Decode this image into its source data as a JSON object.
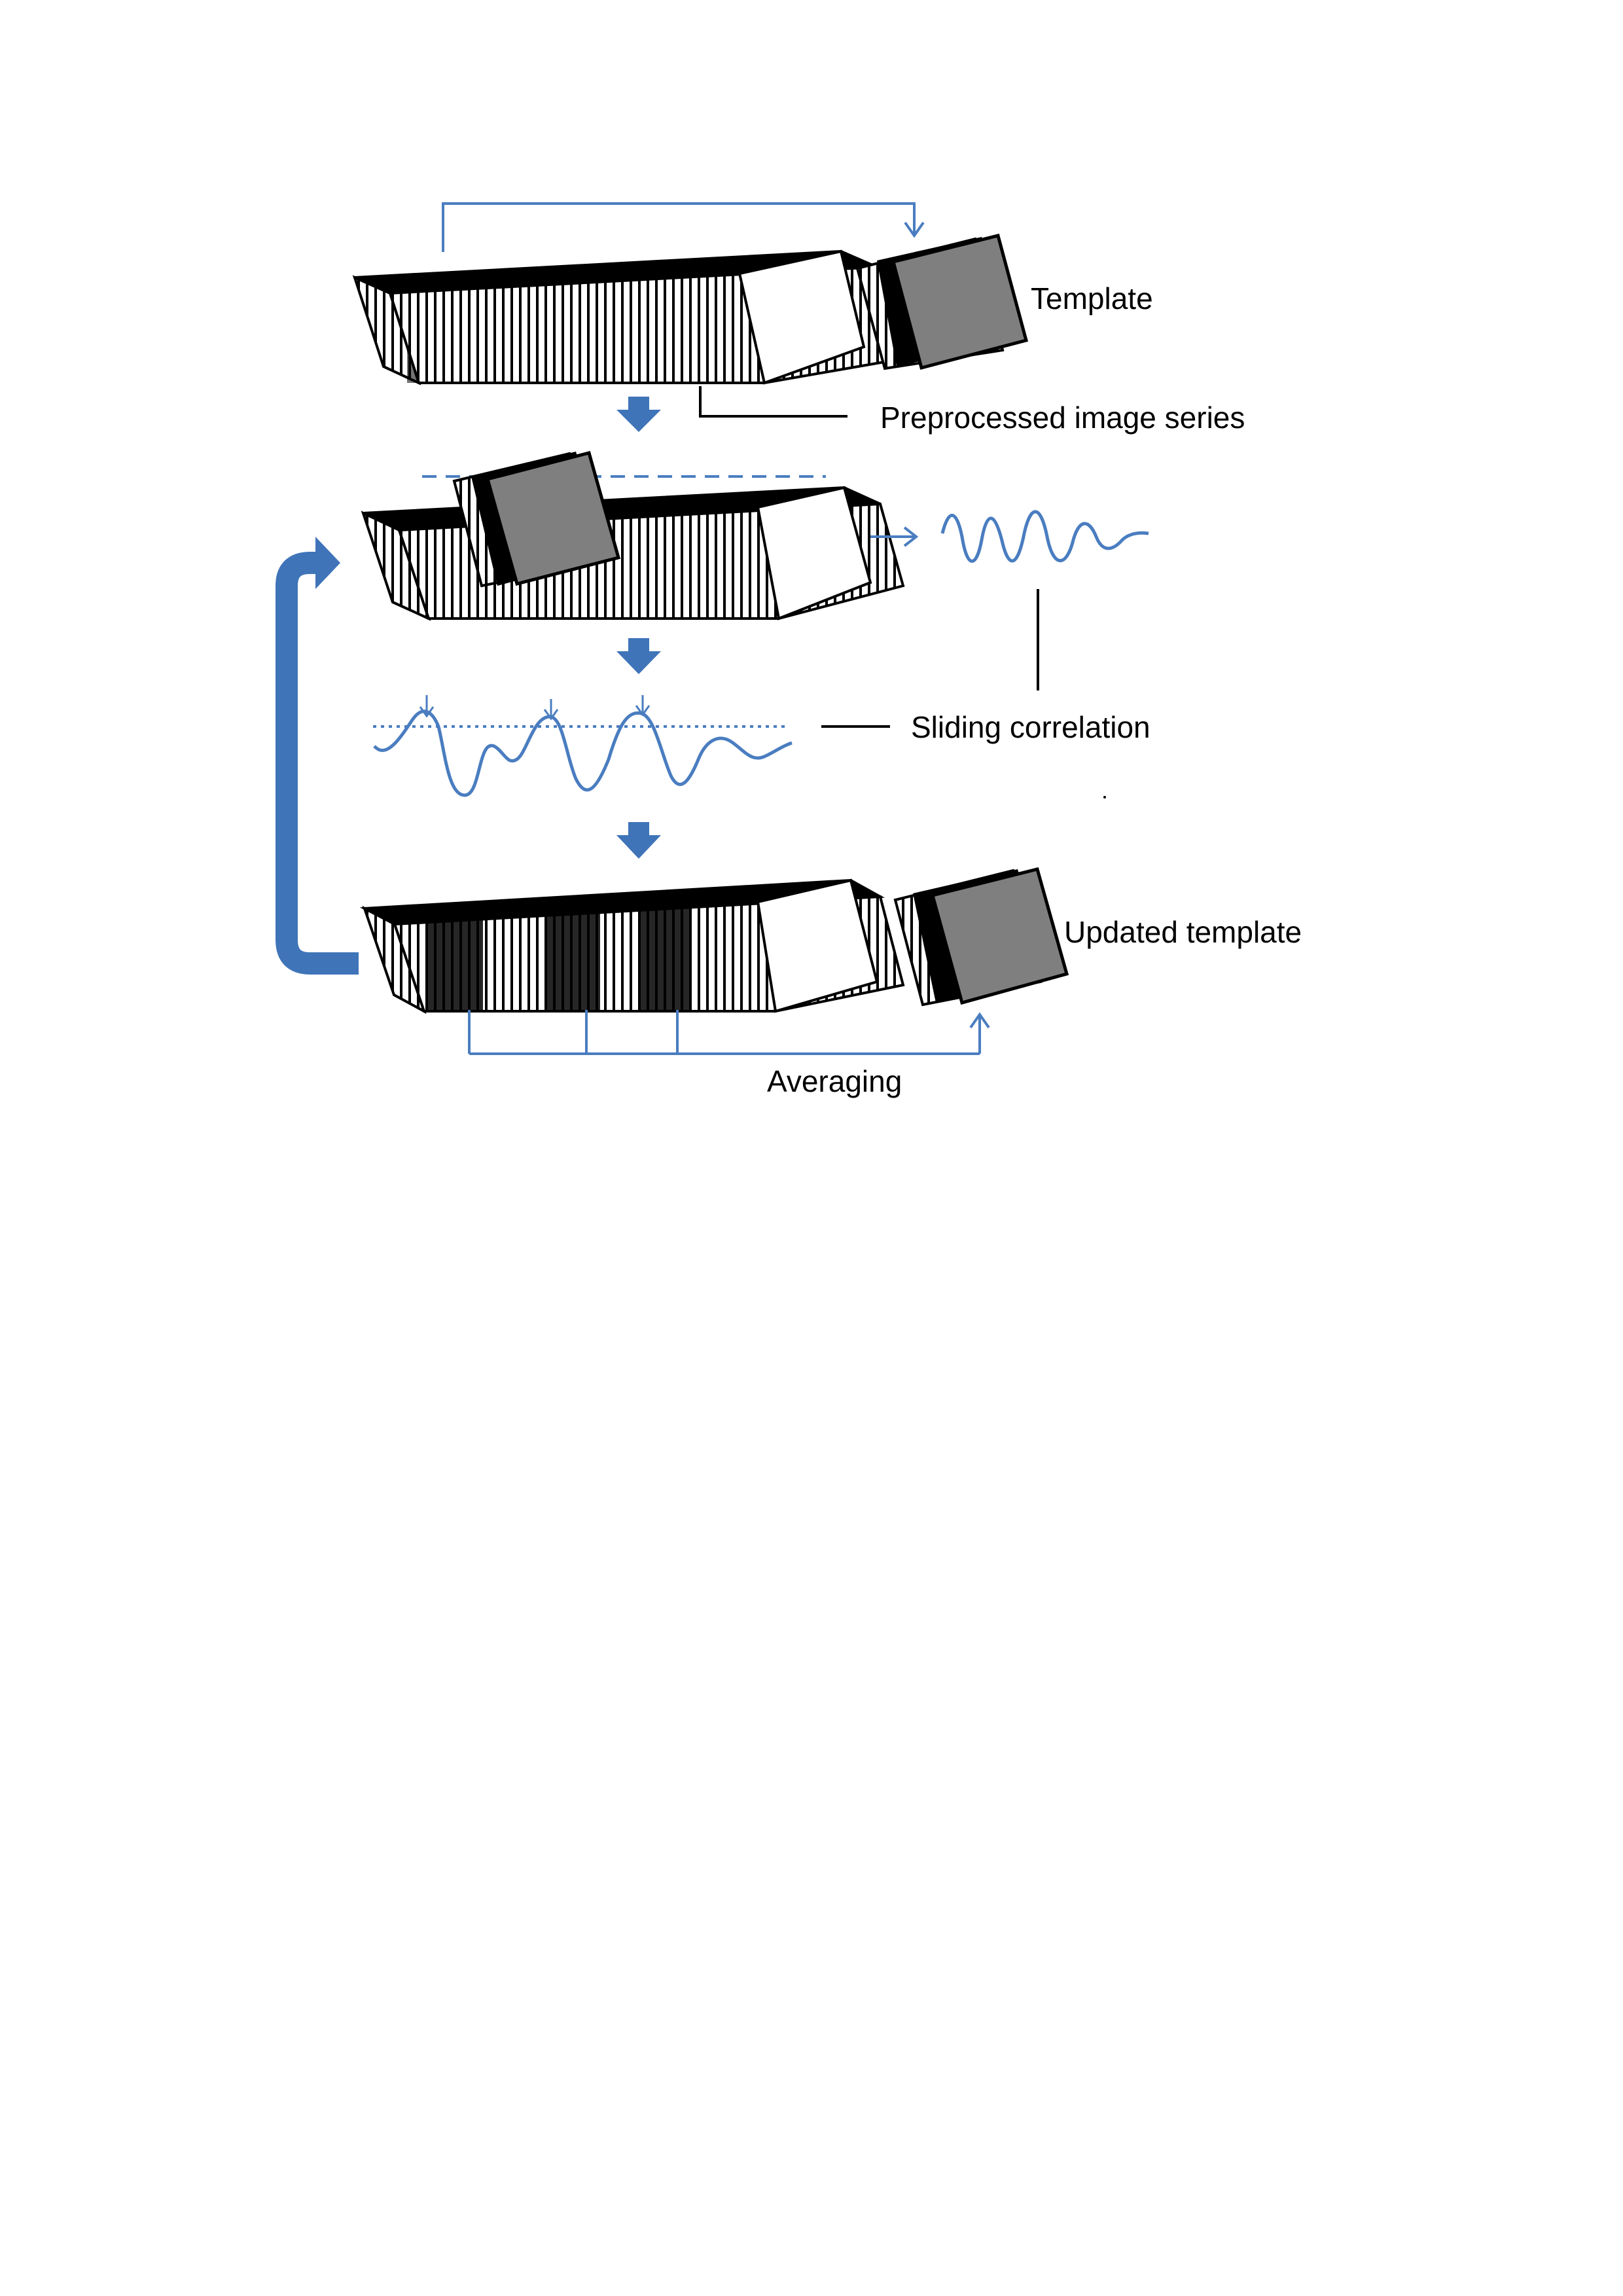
{
  "labels": {
    "template": "Template",
    "preprocessed": "Preprocessed image series",
    "sliding": "Sliding correlation",
    "updated": "Updated template",
    "averaging": "Averaging"
  },
  "colors": {
    "accent_blue": "#4a7dc0",
    "arrow_blue": "#3f74b8",
    "stack_gray": "#7f7f7f",
    "stripe_black": "#000000"
  },
  "icons": {
    "flow_arrow": "down-arrow-icon",
    "loop_arrow": "loop-back-arrow-icon"
  }
}
